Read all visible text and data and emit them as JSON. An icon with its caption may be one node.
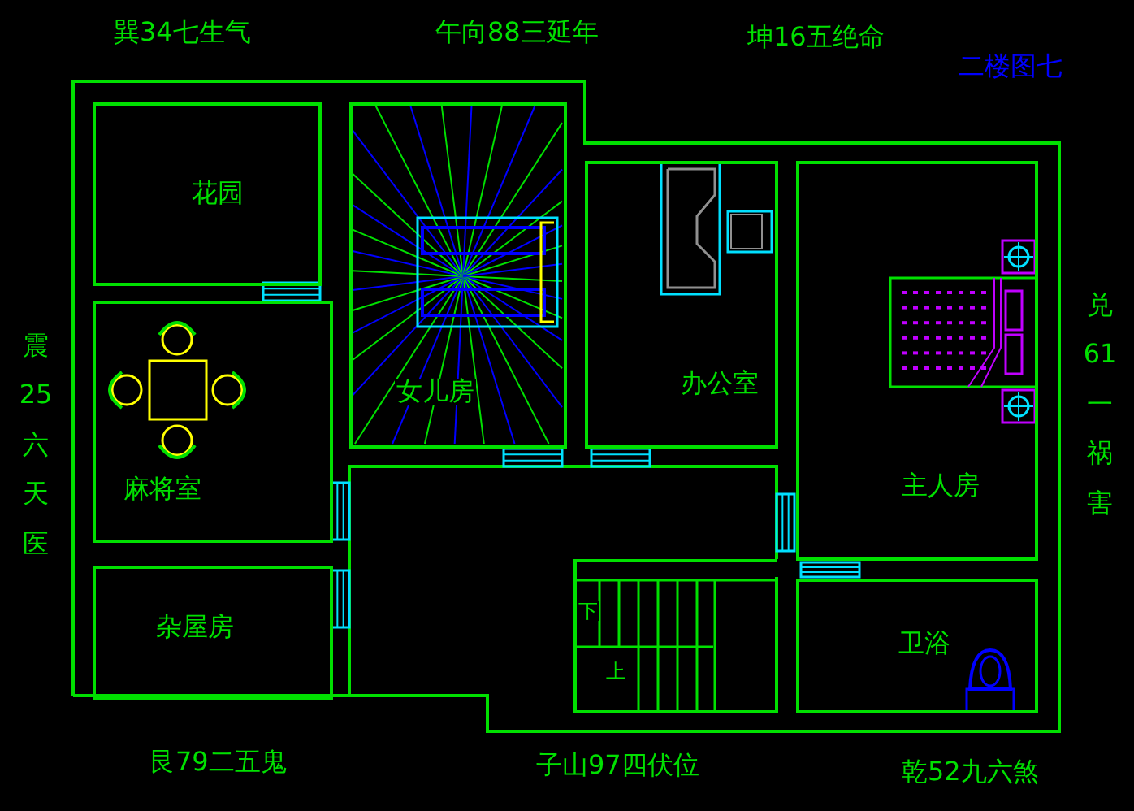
{
  "diagram": {
    "nodes": [
      {
        "text": [
          "花园"
        ]
      },
      {
        "text": [
          "女儿房"
        ]
      },
      {
        "text": [
          "办公室"
        ]
      },
      {
        "text": [
          "主人房"
        ]
      },
      {
        "text": [
          "麻将室"
        ]
      },
      {
        "text": [
          "杂屋房"
        ]
      },
      {
        "text": [
          "卫浴"
        ]
      }
    ],
    "labels": [
      "巽34七生气",
      "午向88三延年",
      "坤16五绝命",
      "二楼图七",
      "震25六天医",
      "兑61一祸害",
      "艮79二五鬼",
      "子山97四伏位",
      "乾52九六煞",
      "下",
      "上"
    ]
  }
}
